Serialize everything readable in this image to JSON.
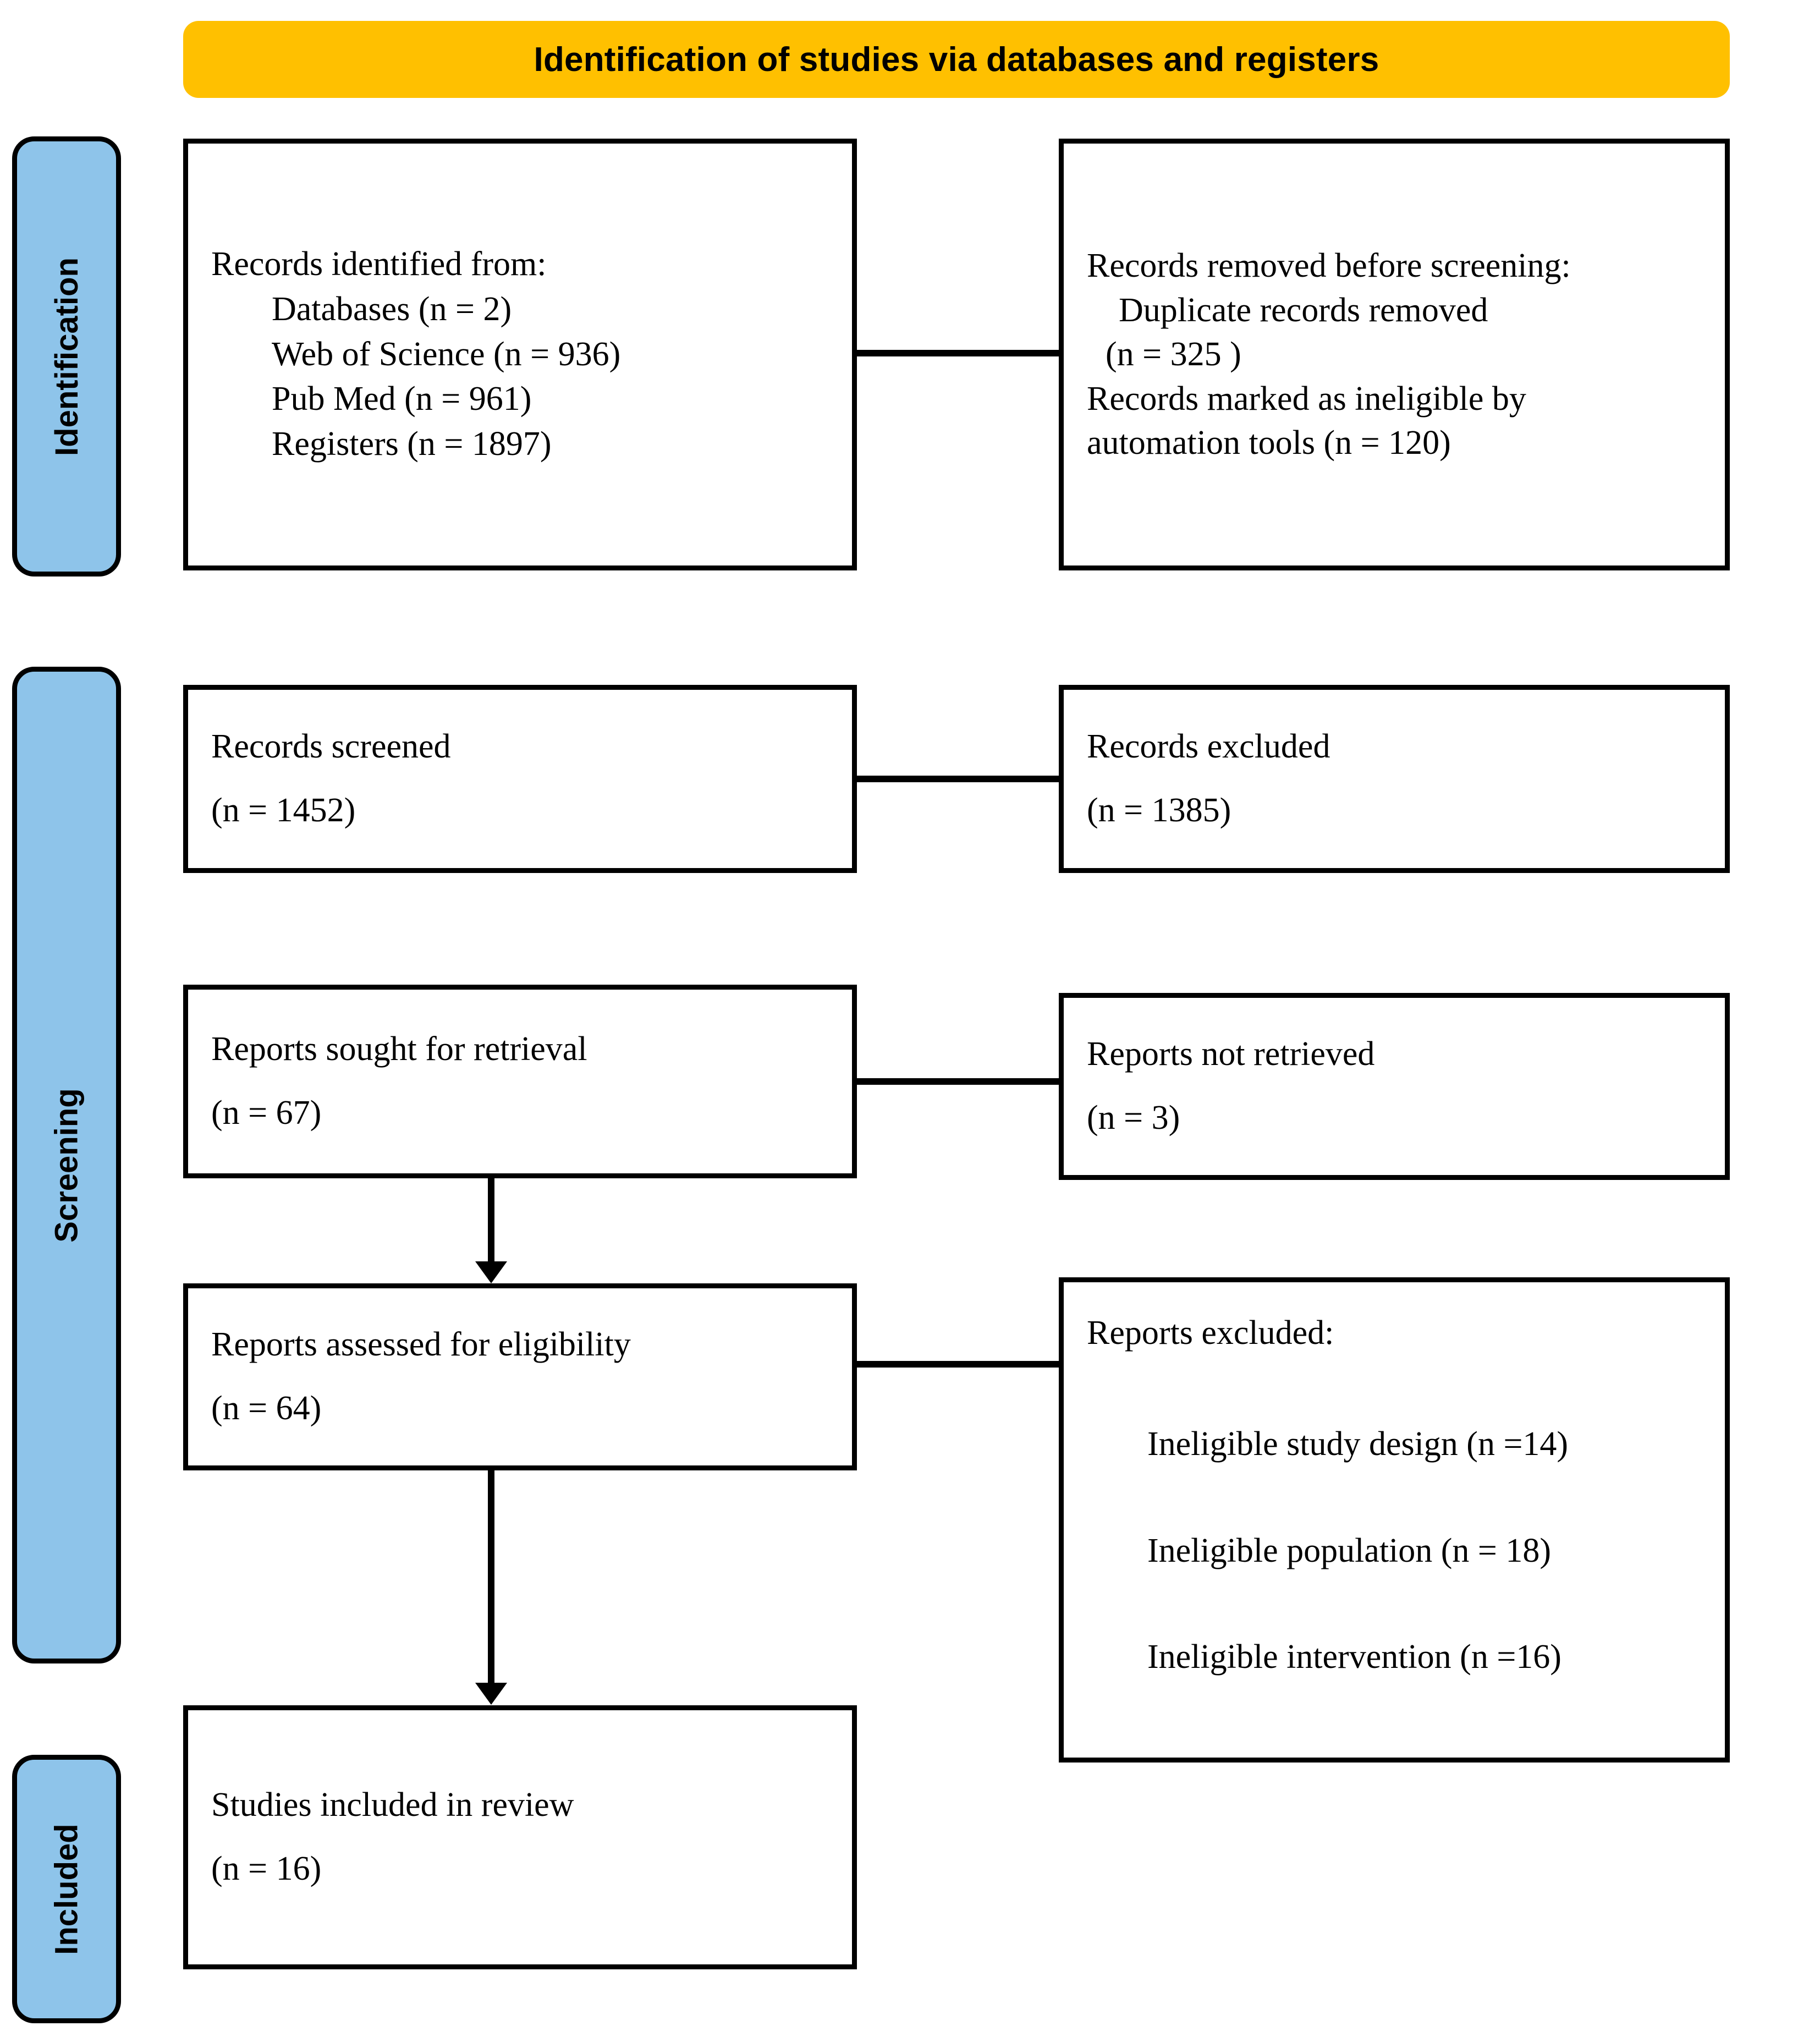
{
  "diagram": {
    "type": "prisma-flow-diagram",
    "banner": {
      "title": "Identification of studies via databases and registers",
      "background_color": "#FFC000",
      "text_color": "#000000"
    },
    "stage_bars": [
      {
        "label": "Identification",
        "background_color": "#8EC4EA"
      },
      {
        "label": "Screening",
        "background_color": "#8EC4EA"
      },
      {
        "label": "Included",
        "background_color": "#8EC4EA"
      }
    ],
    "boxes": {
      "records_identified": {
        "heading": "Records identified from:",
        "items": [
          "Databases (n = 2)",
          "Web of Science (n = 936)",
          "Pub Med (n = 961)",
          "Registers (n = 1897)"
        ]
      },
      "records_removed": {
        "line1": "Records removed before screening:",
        "line2": "Duplicate records removed",
        "line3": "(n = 325 )",
        "line4": "Records marked as ineligible by",
        "line5": "automation tools (n = 120)"
      },
      "records_screened": {
        "label": "Records screened",
        "count": "(n = 1452)"
      },
      "records_excluded": {
        "label": "Records excluded",
        "count": "(n = 1385)"
      },
      "reports_sought": {
        "label": "Reports sought for retrieval",
        "count": "(n = 67)"
      },
      "reports_not_retrieved": {
        "label": "Reports not retrieved",
        "count": "(n = 3)"
      },
      "reports_assessed": {
        "label": "Reports assessed for eligibility",
        "count": "(n = 64)"
      },
      "reports_excluded": {
        "heading": "Reports excluded:",
        "reasons": [
          "Ineligible study design (n =14)",
          "Ineligible population (n = 18)",
          "Ineligible intervention (n =16)"
        ]
      },
      "studies_included": {
        "label": "Studies included in review",
        "count": "(n = 16)"
      }
    }
  },
  "chart_data": {
    "type": "table",
    "title": "Identification of studies via databases and registers",
    "stages": [
      "Identification",
      "Screening",
      "Included"
    ],
    "nodes": [
      {
        "id": "records_identified",
        "stage": "Identification",
        "column": "left",
        "text": "Records identified from: Databases (n = 2); Web of Science (n = 936); Pub Med (n = 961); Registers (n = 1897)",
        "values": {
          "Databases": 2,
          "Web of Science": 936,
          "Pub Med": 961,
          "Registers": 1897
        }
      },
      {
        "id": "records_removed",
        "stage": "Identification",
        "column": "right",
        "text": "Records removed before screening: Duplicate records removed (n = 325 ); Records marked as ineligible by automation tools (n = 120)",
        "values": {
          "Duplicate records removed": 325,
          "Marked ineligible by automation tools": 120
        }
      },
      {
        "id": "records_screened",
        "stage": "Screening",
        "column": "left",
        "text": "Records screened (n = 1452)",
        "values": {
          "n": 1452
        }
      },
      {
        "id": "records_excluded",
        "stage": "Screening",
        "column": "right",
        "text": "Records excluded (n = 1385)",
        "values": {
          "n": 1385
        }
      },
      {
        "id": "reports_sought",
        "stage": "Screening",
        "column": "left",
        "text": "Reports sought for retrieval (n = 67)",
        "values": {
          "n": 67
        }
      },
      {
        "id": "reports_not_retrieved",
        "stage": "Screening",
        "column": "right",
        "text": "Reports not retrieved (n = 3)",
        "values": {
          "n": 3
        }
      },
      {
        "id": "reports_assessed",
        "stage": "Screening",
        "column": "left",
        "text": "Reports assessed for eligibility (n = 64)",
        "values": {
          "n": 64
        }
      },
      {
        "id": "reports_excluded",
        "stage": "Screening",
        "column": "right",
        "text": "Reports excluded: Ineligible study design (n =14); Ineligible population (n = 18); Ineligible intervention (n =16)",
        "values": {
          "Ineligible study design": 14,
          "Ineligible population": 18,
          "Ineligible intervention": 16
        }
      },
      {
        "id": "studies_included",
        "stage": "Included",
        "column": "left",
        "text": "Studies included in review (n = 16)",
        "values": {
          "n": 16
        }
      }
    ],
    "edges": [
      {
        "from": "records_identified",
        "to": "records_removed",
        "direction": "right"
      },
      {
        "from": "records_screened",
        "to": "records_excluded",
        "direction": "right"
      },
      {
        "from": "reports_sought",
        "to": "reports_not_retrieved",
        "direction": "right"
      },
      {
        "from": "reports_sought",
        "to": "reports_assessed",
        "direction": "down"
      },
      {
        "from": "reports_assessed",
        "to": "reports_excluded",
        "direction": "right"
      },
      {
        "from": "reports_assessed",
        "to": "studies_included",
        "direction": "down"
      }
    ]
  }
}
